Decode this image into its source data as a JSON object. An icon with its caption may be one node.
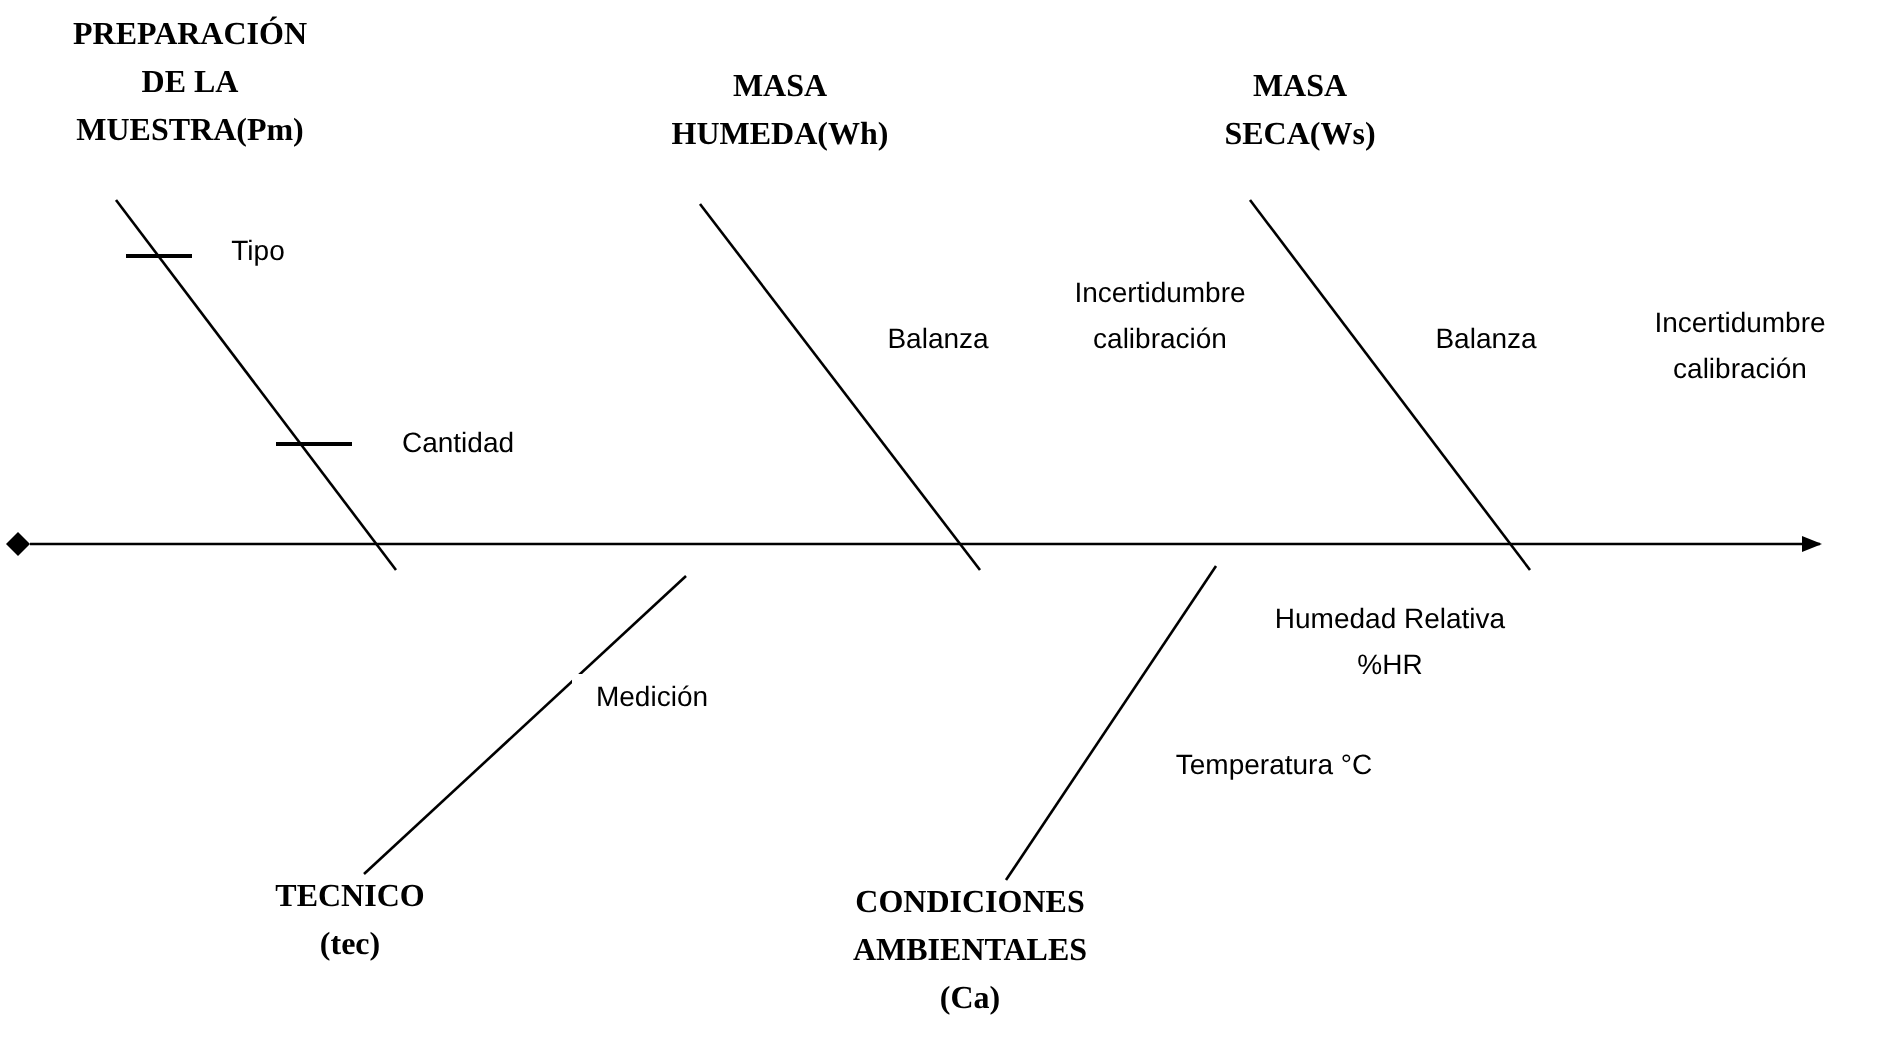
{
  "diagram": {
    "nodes": [
      {
        "text": [
          "PREPARACIÓN DE LA MUESTRA(Pm)"
        ]
      },
      {
        "text": [
          "MASA HUMEDA(Wh)"
        ]
      },
      {
        "text": [
          "MASA SECA(Ws)"
        ]
      },
      {
        "text": [
          "TECNICO (tec)"
        ]
      },
      {
        "text": [
          "CONDICIONES AMBIENTALES (Ca)"
        ]
      },
      {
        "text": [],
        "shape": "diamond"
      }
    ],
    "edges": [
      {
        "from": 5,
        "to": null,
        "arrow": "to"
      },
      {
        "from": 0,
        "to": null,
        "arrow": "none"
      },
      {
        "from": 1,
        "to": null,
        "arrow": "none"
      },
      {
        "from": 2,
        "to": null,
        "arrow": "none"
      },
      {
        "from": 3,
        "to": null,
        "arrow": "none"
      },
      {
        "from": 4,
        "to": null,
        "arrow": "none"
      }
    ],
    "labels": [
      "Tipo",
      "Cantidad",
      "Balanza",
      "Incertidumbre calibración",
      "Balanza",
      "Incertidumbre calibración",
      "Medición",
      "Humedad Relativa %HR",
      "Temperatura °C"
    ]
  }
}
